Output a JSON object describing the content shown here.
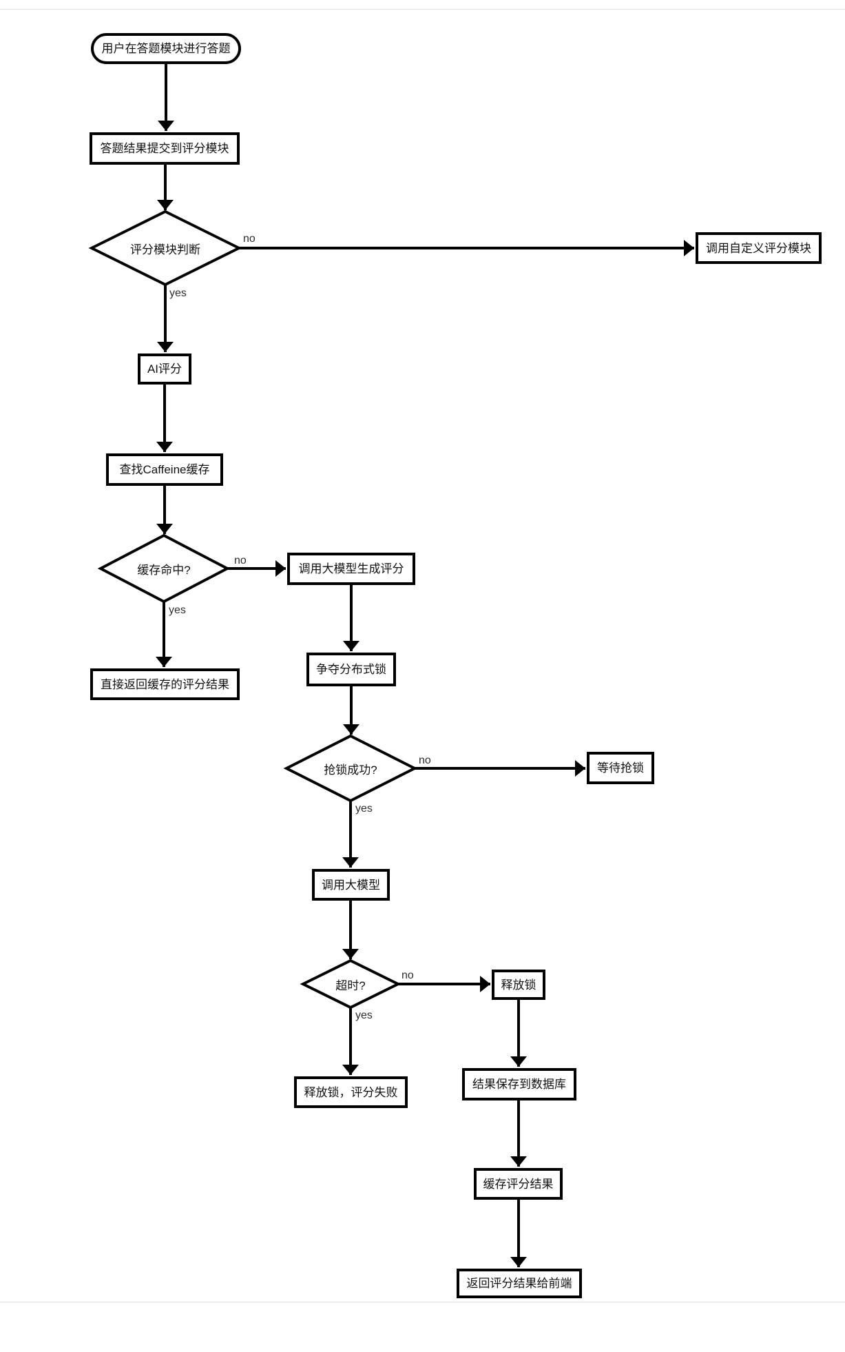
{
  "canvas": {
    "background": "#ffffff",
    "divider_color": "#e2e2e2",
    "stroke_color": "#000000",
    "node_fill": "#ffffff",
    "node_text_color": "#111111",
    "edge_label_color": "#2d2d2d"
  },
  "flowchart": {
    "nodes": [
      {
        "id": "start",
        "shape": "stadium",
        "label": "用户在答题模块进行答题"
      },
      {
        "id": "submit",
        "shape": "rect",
        "label": "答题结果提交到评分模块"
      },
      {
        "id": "judge",
        "shape": "diamond",
        "label": "评分模块判断"
      },
      {
        "id": "custom",
        "shape": "rect",
        "label": "调用自定义评分模块"
      },
      {
        "id": "ai-score",
        "shape": "rect",
        "label": "AI评分"
      },
      {
        "id": "cache-lookup",
        "shape": "rect",
        "label": "查找Caffeine缓存"
      },
      {
        "id": "cache-hit",
        "shape": "diamond",
        "label": "缓存命中?"
      },
      {
        "id": "llm-generate",
        "shape": "rect",
        "label": "调用大模型生成评分"
      },
      {
        "id": "return-cached",
        "shape": "rect",
        "label": "直接返回缓存的评分结果"
      },
      {
        "id": "acquire-lock",
        "shape": "rect",
        "label": "争夺分布式锁"
      },
      {
        "id": "lock-success",
        "shape": "diamond",
        "label": "抢锁成功?"
      },
      {
        "id": "wait-lock",
        "shape": "rect",
        "label": "等待抢锁"
      },
      {
        "id": "call-llm",
        "shape": "rect",
        "label": "调用大模型"
      },
      {
        "id": "timeout",
        "shape": "diamond",
        "label": "超时?"
      },
      {
        "id": "release-lock",
        "shape": "rect",
        "label": "释放锁"
      },
      {
        "id": "release-fail",
        "shape": "rect",
        "label": "释放锁，评分失败"
      },
      {
        "id": "save-db",
        "shape": "rect",
        "label": "结果保存到数据库"
      },
      {
        "id": "cache-result",
        "shape": "rect",
        "label": "缓存评分结果"
      },
      {
        "id": "return-front",
        "shape": "rect",
        "label": "返回评分结果给前端"
      }
    ],
    "edges": [
      {
        "from": "start",
        "to": "submit",
        "label": ""
      },
      {
        "from": "submit",
        "to": "judge",
        "label": ""
      },
      {
        "from": "judge",
        "to": "custom",
        "label": "no"
      },
      {
        "from": "judge",
        "to": "ai-score",
        "label": "yes"
      },
      {
        "from": "ai-score",
        "to": "cache-lookup",
        "label": ""
      },
      {
        "from": "cache-lookup",
        "to": "cache-hit",
        "label": ""
      },
      {
        "from": "cache-hit",
        "to": "llm-generate",
        "label": "no"
      },
      {
        "from": "cache-hit",
        "to": "return-cached",
        "label": "yes"
      },
      {
        "from": "llm-generate",
        "to": "acquire-lock",
        "label": ""
      },
      {
        "from": "acquire-lock",
        "to": "lock-success",
        "label": ""
      },
      {
        "from": "lock-success",
        "to": "wait-lock",
        "label": "no"
      },
      {
        "from": "lock-success",
        "to": "call-llm",
        "label": "yes"
      },
      {
        "from": "call-llm",
        "to": "timeout",
        "label": ""
      },
      {
        "from": "timeout",
        "to": "release-lock",
        "label": "no"
      },
      {
        "from": "timeout",
        "to": "release-fail",
        "label": "yes"
      },
      {
        "from": "release-lock",
        "to": "save-db",
        "label": ""
      },
      {
        "from": "save-db",
        "to": "cache-result",
        "label": ""
      },
      {
        "from": "cache-result",
        "to": "return-front",
        "label": ""
      }
    ]
  }
}
